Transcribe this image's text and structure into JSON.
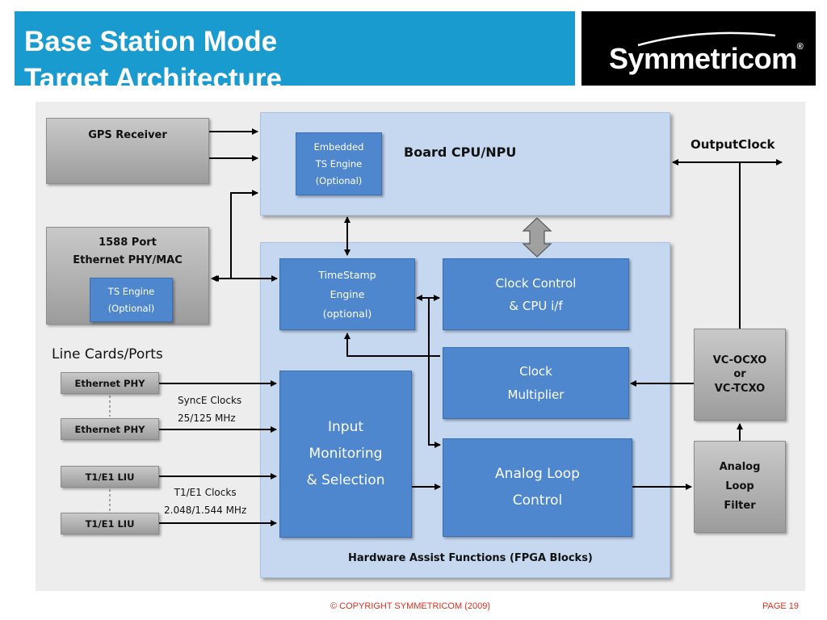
{
  "header": {
    "title_line1": "Base Station Mode",
    "title_line2": "Target Architecture",
    "logo_text": "Symmetricom",
    "logo_reg": "®"
  },
  "diagram": {
    "gps": "GPS Receiver",
    "port1588_line1": "1588 Port",
    "port1588_line2": "Ethernet  PHY/MAC",
    "ts_engine1": "TS Engine",
    "ts_engine2": "(Optional)",
    "board_cpu": "Board CPU/NPU",
    "embedded_line1": "Embedded",
    "embedded_line2": "TS Engine",
    "embedded_line3": "(Optional)",
    "timestamp_line1": "TimeStamp",
    "timestamp_line2": "Engine",
    "timestamp_line3": "(optional)",
    "clock_control_line1": "Clock Control",
    "clock_control_line2": "& CPU i/f",
    "clock_mult_line1": "Clock",
    "clock_mult_line2": "Multiplier",
    "input_mon_line1": "Input",
    "input_mon_line2": "Monitoring",
    "input_mon_line3": "& Selection",
    "analog_loop_line1": "Analog Loop",
    "analog_loop_line2": "Control",
    "hw_assist": "Hardware Assist  Functions (FPGA Blocks)",
    "output_clock": "OutputClock",
    "vcocxo_line1": "VC-OCXO",
    "vcocxo_line2": "or",
    "vcocxo_line3": "VC-TCXO",
    "alf_line1": "Analog",
    "alf_line2": "Loop",
    "alf_line3": "Filter",
    "line_cards": "Line Cards/Ports",
    "eth_phy_1": "Ethernet  PHY",
    "eth_phy_2": "Ethernet PHY",
    "synce_line1": "SyncE Clocks",
    "synce_line2": "25/125 MHz",
    "t1e1_1": "T1/E1 LIU",
    "t1e1_2": "T1/E1 LIU",
    "t1e1clk_line1": "T1/E1 Clocks",
    "t1e1clk_line2": "2.048/1.544 MHz"
  },
  "footer": {
    "copyright": "© COPYRIGHT SYMMETRICOM (2009)",
    "page": "PAGE 19"
  }
}
